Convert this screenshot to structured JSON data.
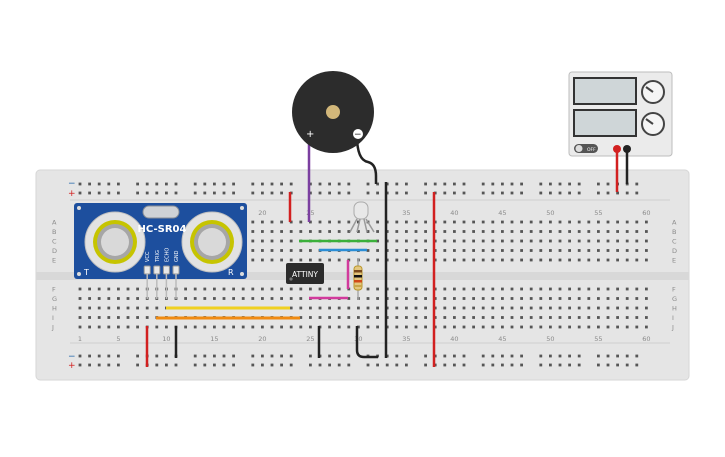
{
  "sensor": {
    "label": "HC-SR04",
    "pins": [
      "VCC",
      "TRIG",
      "ECHO",
      "GND"
    ],
    "side_left": "T",
    "side_right": "R"
  },
  "chip": {
    "label": "ATTINY"
  },
  "buzzer": {
    "plus": "+",
    "minus": "−"
  },
  "breadboard": {
    "column_labels": [
      "1",
      "5",
      "10",
      "15",
      "20",
      "25",
      "30",
      "35",
      "40",
      "45",
      "50",
      "55",
      "60"
    ],
    "row_labels_top": [
      "A",
      "B",
      "C",
      "D",
      "E"
    ],
    "row_labels_bottom": [
      "F",
      "G",
      "H",
      "I",
      "J"
    ],
    "rail_plus": "+",
    "rail_minus": "−"
  },
  "power_supply": {
    "off_label": "OFF"
  },
  "colors": {
    "board": "#e5e5e5",
    "hole": "#555555",
    "wire_red": "#d22020",
    "wire_black": "#222222",
    "wire_purple": "#7b3fa0",
    "wire_green": "#3bb03b",
    "wire_blue": "#2b8ed6",
    "wire_magenta": "#d23a9c",
    "wire_yellow": "#f0d020",
    "wire_orange": "#f08a10",
    "sensor_board": "#1d4f9e"
  }
}
